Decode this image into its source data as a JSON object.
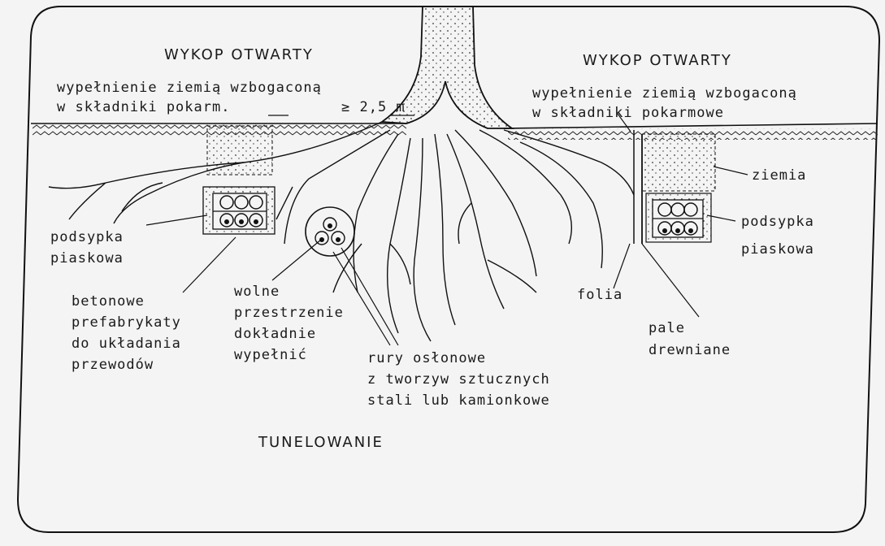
{
  "left_title": "WYKOP OTWARTY",
  "right_title": "WYKOP OTWARTY",
  "left_fill": [
    "wypełnienie ziemią wzbogaconą",
    "w składniki pokarm."
  ],
  "spacing": "≥ 2,5 m",
  "right_fill": [
    "wypełnienie ziemią wzbogaconą",
    "w składniki pokarmowe"
  ],
  "ziemia": "ziemia",
  "podsypka_right": [
    "podsypka",
    "piaskowa"
  ],
  "podsypka_left": [
    "podsypka",
    "piaskowa"
  ],
  "betonowe": [
    "betonowe",
    "prefabrykaty",
    "do układania",
    "przewodów"
  ],
  "wolne": [
    "wolne",
    "przestrzenie",
    "dokładnie",
    "wypełnić"
  ],
  "rury": [
    "rury osłonowe",
    "z tworzyw sztucznych",
    "stali lub kamionkowe"
  ],
  "folia": "folia",
  "pale": [
    "pale",
    "drewniane"
  ],
  "tunel": "TUNELOWANIE"
}
